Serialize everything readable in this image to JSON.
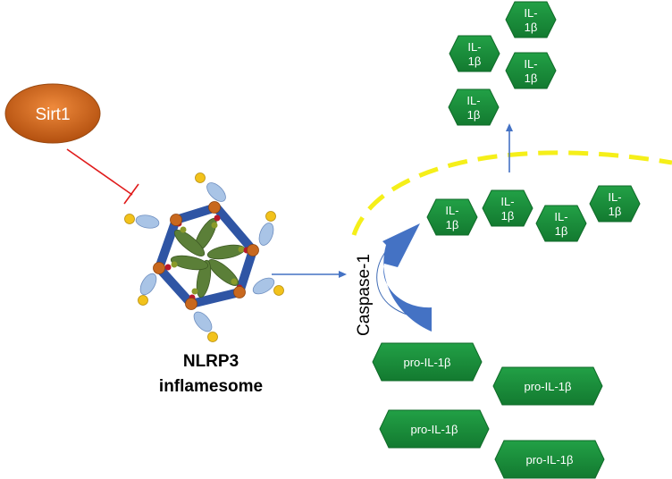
{
  "sirt1": {
    "label": "Sirt1"
  },
  "inflammasome": {
    "line1": "NLRP3",
    "line2": "inflamesome"
  },
  "caspase": {
    "label": "Caspase-1"
  },
  "il1b": {
    "line1": "IL-",
    "line2": "1β"
  },
  "pro_il1b": {
    "label": "pro-IL-1β"
  },
  "colors": {
    "green": "#1a8c3a",
    "green_dark": "#0f6a28",
    "sirt1": "#d9661c",
    "inhibit_line": "#e01b1b",
    "arrow_blue": "#4472c4",
    "membrane": "#f5ef19",
    "ring": "#2f55a4",
    "petal": "#5b7f38",
    "arm": "#a9c4e6",
    "tip": "#f2c21b",
    "node": "#c8681e",
    "bead": "#b8172c"
  }
}
